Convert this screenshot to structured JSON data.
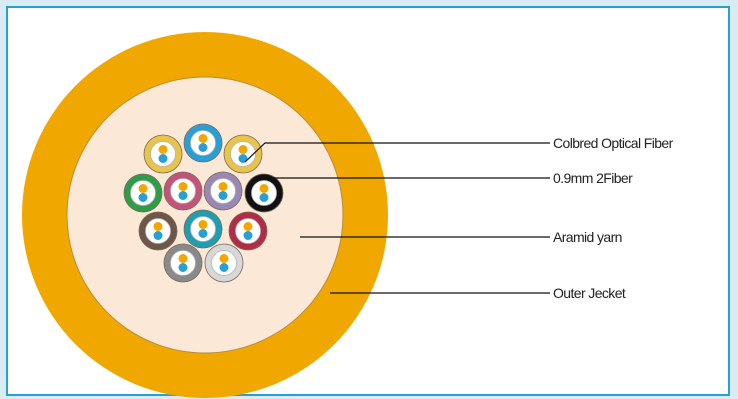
{
  "labels": {
    "colored_fiber": "Colbred Optical Fiber",
    "tight_fiber": "0.9mm 2Fiber",
    "aramid": "Aramid yarn",
    "jacket": "Outer Jecket"
  },
  "colors": {
    "frame_border": "#2a9fd6",
    "outer_jacket": "#f0a800",
    "aramid_fill": "#fbe8d6",
    "fiber_core_yellow": "#f0a800",
    "fiber_core_blue": "#2a9fd6",
    "fiber_inner_fill": "#ffffff"
  },
  "subunits": [
    {
      "color": "#e9c44a"
    },
    {
      "color": "#2a9fd6"
    },
    {
      "color": "#e9c44a"
    },
    {
      "color": "#2e9d49"
    },
    {
      "color": "#c2547a"
    },
    {
      "color": "#9b87b4"
    },
    {
      "color": "#111111"
    },
    {
      "color": "#6e5648"
    },
    {
      "color": "#1f9db1"
    },
    {
      "color": "#b32c46"
    },
    {
      "color": "#8a8a8a"
    },
    {
      "color": "#d8d8d8"
    }
  ]
}
